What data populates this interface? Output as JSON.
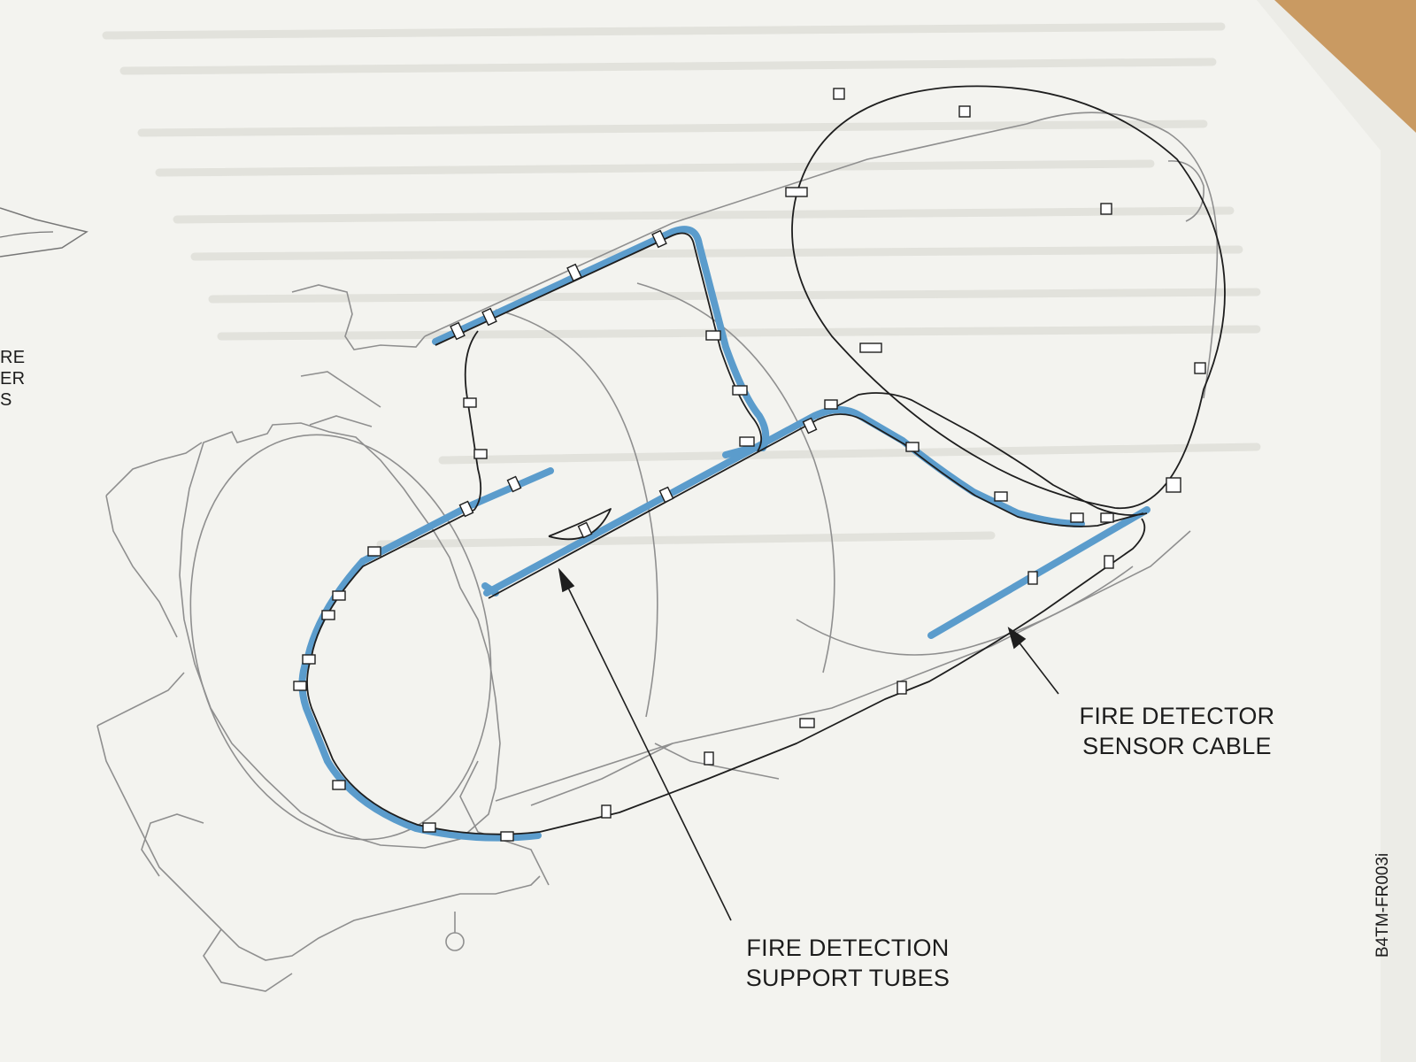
{
  "labels": {
    "sensor_cable": [
      "FIRE DETECTOR",
      "SENSOR CABLE"
    ],
    "support_tubes": [
      "FIRE DETECTION",
      "SUPPORT TUBES"
    ],
    "edge_fragment": [
      "RE",
      "ER",
      "S"
    ],
    "figure_id": "B4TM-FR003i"
  },
  "colors": {
    "tube": "#5b9ccc",
    "line": "#1e1e1e",
    "engine_outline": "#8f8f8f",
    "paper": "#f4f4f0",
    "table": "#c99a62"
  }
}
